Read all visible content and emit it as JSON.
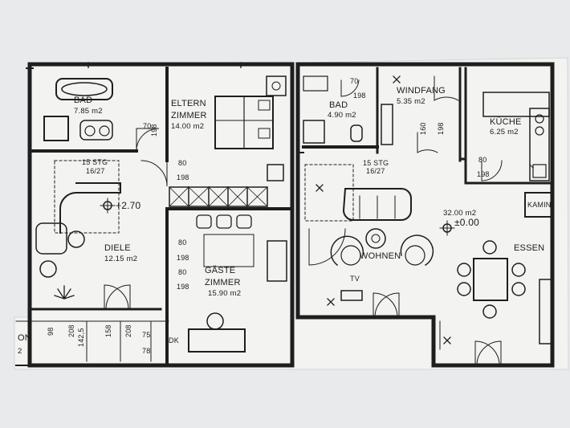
{
  "rooms": {
    "bad1": {
      "name": "BAD",
      "area": "7.85 m2"
    },
    "eltern": {
      "name1": "ELTERN",
      "name2": "ZIMMER",
      "area": "14.00 m2"
    },
    "stair_left": {
      "line1": "15 STG",
      "line2": "16/27"
    },
    "level_upper": "+2.70",
    "diele": {
      "name": "DIELE",
      "area": "12.15 m2"
    },
    "gaeste": {
      "name1": "GÄSTE",
      "name2": "ZIMMER",
      "area": "15.90 m2"
    },
    "bad2": {
      "name": "BAD",
      "area": "4.90 m2"
    },
    "windfang": {
      "name": "WINDFANG",
      "area": "5.35 m2"
    },
    "kueche": {
      "name": "KÜCHE",
      "area": "6.25 m2"
    },
    "stair_right": {
      "line1": "15 STG",
      "line2": "16/27"
    },
    "wohnen": {
      "name": "WOHNEN",
      "area": "32.00 m2",
      "level": "±0.00"
    },
    "essen": {
      "name": "ESSEN"
    },
    "kamin": "KAMIN",
    "tv": "TV",
    "dk": "DK",
    "on": "ON",
    "r2": "2"
  },
  "dims": {
    "d70a": "70",
    "d198a": "198",
    "d80a": "80",
    "d198b": "198",
    "d80b": "80",
    "d198c": "198",
    "d80c": "80",
    "d198d": "198",
    "d70b": "70",
    "d198e": "198",
    "d160": "160",
    "d198f": "198",
    "d80d": "80",
    "d198g": "198",
    "d98": "98",
    "d208a": "208",
    "d158": "158",
    "d208b": "208",
    "d75": "75",
    "d78": "78",
    "d1425": "142,5"
  }
}
